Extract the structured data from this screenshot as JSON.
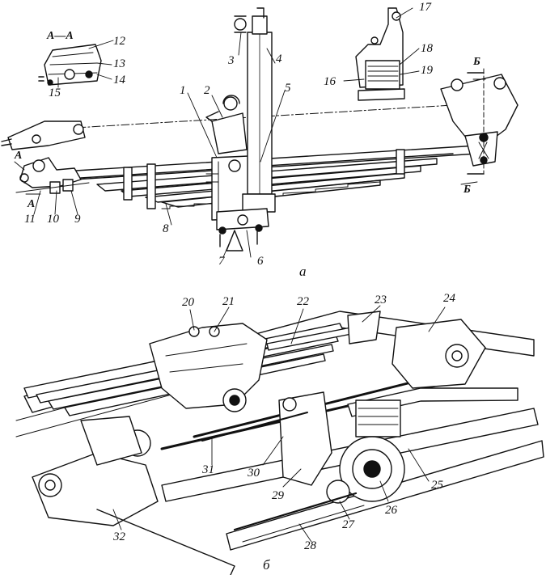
{
  "figure": {
    "part_a_label": "а",
    "part_b_label": "б",
    "section_title": "А—А",
    "section_marks": {
      "a_left": "А",
      "a_bottom": "А",
      "b_top": "Б",
      "b_bottom": "Б"
    },
    "callouts": [
      "1",
      "2",
      "3",
      "4",
      "5",
      "6",
      "7",
      "8",
      "9",
      "10",
      "11",
      "12",
      "13",
      "14",
      "15",
      "16",
      "17",
      "18",
      "19",
      "20",
      "21",
      "22",
      "23",
      "24",
      "25",
      "26",
      "27",
      "28",
      "29",
      "30",
      "31",
      "32"
    ]
  }
}
